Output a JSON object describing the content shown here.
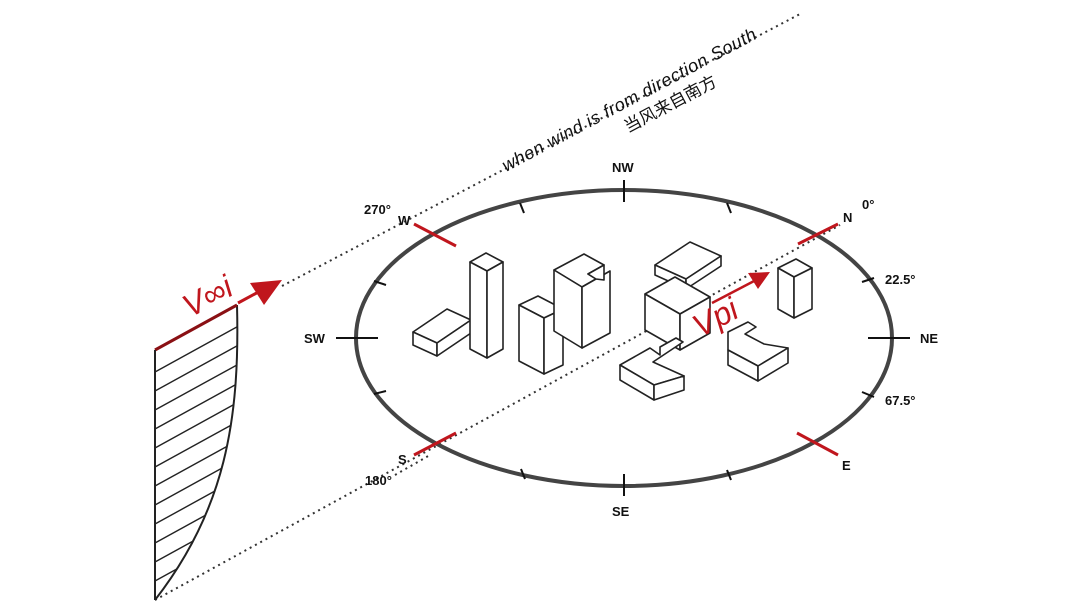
{
  "caption": {
    "english": "when wind is from direction South",
    "chinese": "当风来自南方"
  },
  "vectors": {
    "inflow": "V∞i",
    "local": "Vpi"
  },
  "compass": {
    "directions": {
      "nw": "NW",
      "ne": "NE",
      "se": "SE",
      "sw": "SW",
      "n": "N",
      "e": "E",
      "s": "S",
      "w": "W"
    },
    "angles": {
      "a0": "0°",
      "a22": "22.5°",
      "a67": "67.5°",
      "a180": "180°",
      "a270": "270°"
    }
  },
  "colors": {
    "accent": "#c0161d",
    "line": "#222222",
    "ellipse": "#444444"
  }
}
